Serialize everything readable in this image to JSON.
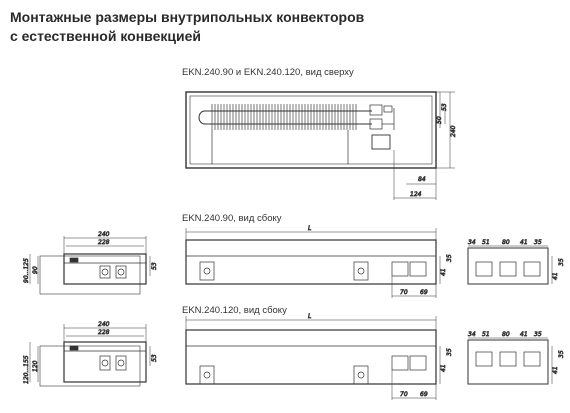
{
  "title": {
    "line1": "Монтажные размеры внутрипольных конвекторов",
    "line2": "с естественной конвекцией"
  },
  "captions": {
    "top_view": "EKN.240.90 и EKN.240.120, вид сверху",
    "side_90": "EKN.240.90, вид сбоку",
    "side_120": "EKN.240.120, вид сбоку"
  },
  "dims": {
    "top": {
      "d50": "50",
      "d53": "53",
      "d240": "240",
      "d84": "84",
      "d124": "124"
    },
    "end90": {
      "w240": "240",
      "w228": "228",
      "h90_125": "90...125",
      "h90": "90",
      "h53": "53"
    },
    "side90": {
      "L": "L",
      "d70": "70",
      "d69": "69",
      "d41": "41",
      "d35": "35"
    },
    "front90": {
      "d34": "34",
      "d51": "51",
      "d80": "80",
      "d41": "41",
      "d35": "35",
      "v41": "41",
      "v35": "35"
    },
    "end120": {
      "w240": "240",
      "w228": "228",
      "h120_155": "120...155",
      "h120": "120",
      "h53": "53"
    },
    "side120": {
      "L": "L",
      "d70": "70",
      "d69": "69",
      "d41": "41",
      "d35": "35"
    },
    "front120": {
      "d34": "34",
      "d51": "51",
      "d80": "80",
      "d41": "41",
      "d35": "35",
      "v41": "41",
      "v35": "35"
    }
  },
  "colors": {
    "line": "#333333",
    "heater": "#555555",
    "frame": "#444444"
  }
}
